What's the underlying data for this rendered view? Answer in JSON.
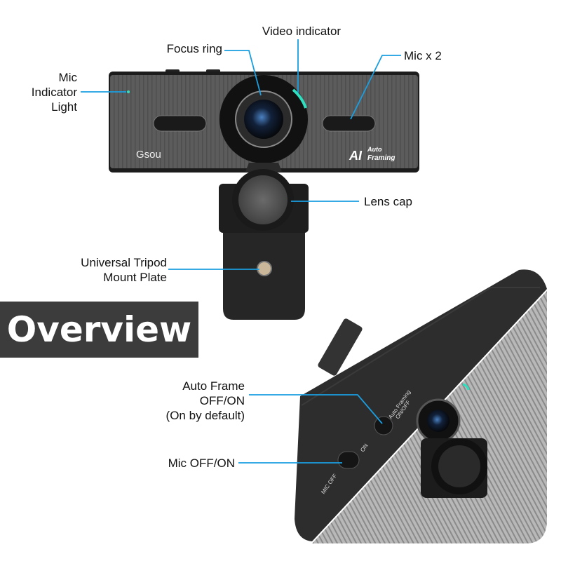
{
  "title": "Overview",
  "brand": "Gsou",
  "badge": {
    "ai": "AI",
    "line1": "Auto",
    "line2": "Framing"
  },
  "callouts": {
    "video_indicator": "Video indicator",
    "focus_ring": "Focus ring",
    "mic_x2": "Mic x 2",
    "mic_indicator": [
      "Mic",
      "Indicator",
      "Light"
    ],
    "lens_cap": "Lens cap",
    "tripod": [
      "Universal Tripod",
      "Mount Plate"
    ],
    "auto_frame": [
      "Auto Frame",
      "OFF/ON",
      "(On by default)"
    ],
    "mic_switch": "Mic OFF/ON"
  },
  "device_print": {
    "auto_framing": "Auto Framing",
    "on_off": "ON/OFF",
    "on": "ON",
    "mic_off": "MIC OFF"
  },
  "colors": {
    "callout_line": "#1a9ee0",
    "indicator": "#2fe0c0",
    "overview_bg": "#3c3c3c"
  }
}
